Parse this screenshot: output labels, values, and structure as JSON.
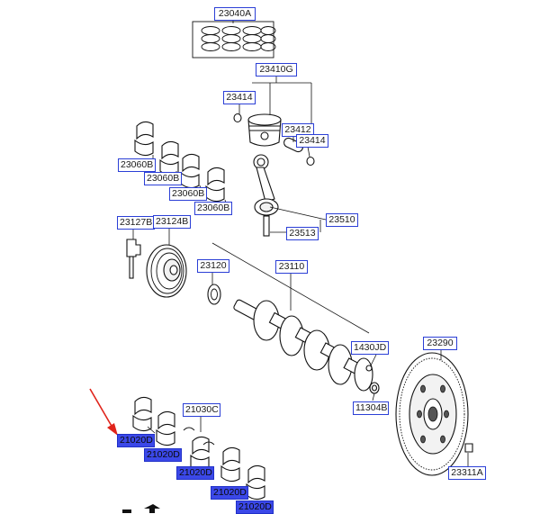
{
  "labels": {
    "ring_set": "23040A",
    "piston_set": "23410G",
    "snap_ring_left": "23414",
    "piston_pin": "23412",
    "snap_ring_right": "23414",
    "bearing_1": "23060B",
    "bearing_2": "23060B",
    "bearing_3": "23060B",
    "bearing_4": "23060B",
    "connecting_rod": "23510",
    "pulley_bolt": "23127B",
    "damper_pulley": "23124B",
    "rod_bolt": "23513",
    "sprocket": "23120",
    "crankshaft": "23110",
    "dowel_pin": "1430JD",
    "pilot_bushing": "11304B",
    "flywheel": "23290",
    "flywheel_bolt": "23311A",
    "thrust_washer": "21030C",
    "main_bearing_1": "21020D",
    "main_bearing_2": "21020D",
    "main_bearing_3": "21020D",
    "main_bearing_4": "21020D",
    "main_bearing_5": "21020D"
  },
  "highlight": {
    "label_color": "#3b48e8",
    "border_color": "#2b3fd6",
    "arrow_color": "#e0241b"
  }
}
